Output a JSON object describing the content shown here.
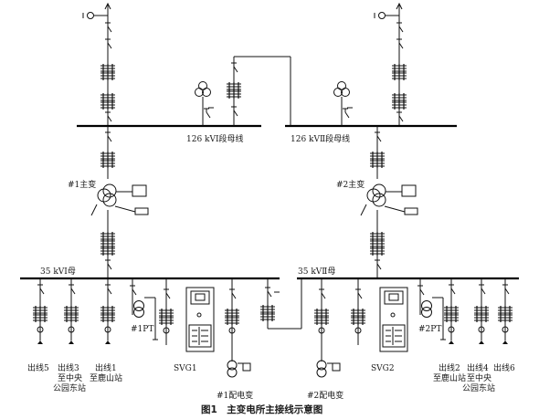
{
  "caption": "图1　主变电所主接线示意图",
  "bus": {
    "hv1": "126 kVⅠ段母线",
    "hv2": "126 kVⅡ段母线",
    "mv1": "35 kVⅠ母",
    "mv2": "35 kVⅡ母"
  },
  "transformers": {
    "t1": "#1主变",
    "t2": "#2主变"
  },
  "pts": {
    "pt1": "#1PT",
    "pt2": "#2PT"
  },
  "svg": {
    "svg1": "SVG1",
    "svg2": "SVG2"
  },
  "distribution": {
    "d1": "#1配电变",
    "d2": "#2配电变"
  },
  "feeders": {
    "f5": "出线5",
    "f3": [
      "出线3",
      "至中央",
      "公园东站"
    ],
    "f1": [
      "出线1",
      "至鹿山站"
    ],
    "f2": [
      "出线2",
      "至鹿山站"
    ],
    "f4": [
      "出线4",
      "至中央",
      "公园东站"
    ],
    "f6": "出线6"
  }
}
